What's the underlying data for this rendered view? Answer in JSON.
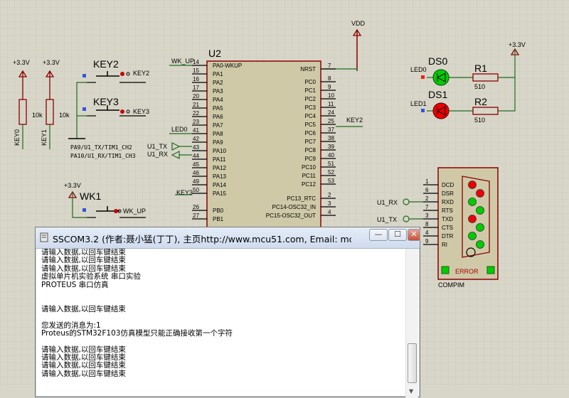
{
  "schematic": {
    "vdd_label": "VDD",
    "power_labels": [
      "+3.3V",
      "+3.3V",
      "+3.3V",
      "+3.3V"
    ],
    "resistors": {
      "pullup1": {
        "value": "10k",
        "net": "KEY0"
      },
      "pullup2": {
        "value": "10k",
        "net": "KEY1"
      },
      "r1": {
        "ref": "R1",
        "value": "510"
      },
      "r2": {
        "ref": "R2",
        "value": "510"
      }
    },
    "buttons": [
      {
        "ref": "KEY2",
        "net": "KEY2"
      },
      {
        "ref": "KEY3",
        "net": "KEY3"
      },
      {
        "ref": "WK1",
        "net": "WK_UP"
      }
    ],
    "leds": [
      {
        "ref": "DS0",
        "net": "LED0"
      },
      {
        "ref": "DS1",
        "net": "LED1"
      }
    ],
    "notes": [
      "PA9/U1_TX/TIM1_CH2",
      "PA10/U1_RX/TIM1_CH3"
    ],
    "u1_terminals": [
      "U1_TX",
      "U1_RX"
    ],
    "mcu": {
      "ref": "U2",
      "left_pins": [
        {
          "num": "14",
          "name": "PA0-WKUP",
          "net": "WK_UP"
        },
        {
          "num": "15",
          "name": "PA1",
          "net": ""
        },
        {
          "num": "16",
          "name": "PA2",
          "net": ""
        },
        {
          "num": "17",
          "name": "PA3",
          "net": ""
        },
        {
          "num": "20",
          "name": "PA4",
          "net": ""
        },
        {
          "num": "21",
          "name": "PA5",
          "net": ""
        },
        {
          "num": "22",
          "name": "PA6",
          "net": ""
        },
        {
          "num": "23",
          "name": "PA7",
          "net": ""
        },
        {
          "num": "41",
          "name": "PA8",
          "net": "LED0"
        },
        {
          "num": "42",
          "name": "PA9",
          "net": ""
        },
        {
          "num": "43",
          "name": "PA10",
          "net": ""
        },
        {
          "num": "44",
          "name": "PA11",
          "net": ""
        },
        {
          "num": "45",
          "name": "PA12",
          "net": ""
        },
        {
          "num": "46",
          "name": "PA13",
          "net": ""
        },
        {
          "num": "49",
          "name": "PA14",
          "net": ""
        },
        {
          "num": "50",
          "name": "PA15",
          "net": "KEY3"
        },
        {
          "num": "26",
          "name": "PB0",
          "net": ""
        },
        {
          "num": "27",
          "name": "PB1",
          "net": ""
        }
      ],
      "right_pins": [
        {
          "num": "7",
          "name": "NRST",
          "net": ""
        },
        {
          "num": "8",
          "name": "PC0",
          "net": ""
        },
        {
          "num": "9",
          "name": "PC1",
          "net": ""
        },
        {
          "num": "10",
          "name": "PC2",
          "net": ""
        },
        {
          "num": "11",
          "name": "PC3",
          "net": ""
        },
        {
          "num": "24",
          "name": "PC4",
          "net": ""
        },
        {
          "num": "25",
          "name": "PC5",
          "net": "KEY2"
        },
        {
          "num": "37",
          "name": "PC6",
          "net": ""
        },
        {
          "num": "38",
          "name": "PC7",
          "net": ""
        },
        {
          "num": "39",
          "name": "PC8",
          "net": ""
        },
        {
          "num": "40",
          "name": "PC9",
          "net": ""
        },
        {
          "num": "51",
          "name": "PC10",
          "net": ""
        },
        {
          "num": "52",
          "name": "PC11",
          "net": ""
        },
        {
          "num": "53",
          "name": "PC12",
          "net": ""
        },
        {
          "num": "2",
          "name": "PC13_RTC",
          "net": ""
        },
        {
          "num": "3",
          "name": "PC14-OSC32_IN",
          "net": ""
        },
        {
          "num": "4",
          "name": "PC15-OSC32_OUT",
          "net": ""
        }
      ]
    },
    "compim": {
      "ref": "COMPIM",
      "error_label": "ERROR",
      "pins": [
        {
          "num": "1",
          "name": "DCD"
        },
        {
          "num": "6",
          "name": "DSR"
        },
        {
          "num": "2",
          "name": "RXD"
        },
        {
          "num": "7",
          "name": "RTS"
        },
        {
          "num": "3",
          "name": "TXD"
        },
        {
          "num": "8",
          "name": "CTS"
        },
        {
          "num": "4",
          "name": "DTR"
        },
        {
          "num": "9",
          "name": "RI"
        }
      ],
      "terminals": [
        "U1_RX",
        "U1_TX"
      ]
    }
  },
  "sscom": {
    "title": "SSCOM3.2 (作者:聂小猛(丁丁), 主页http://www.mcu51.com,  Email: mc...",
    "buttons": {
      "minimize": "—",
      "maximize": "☐",
      "close": "✕"
    },
    "lines": [
      "请输入数据,以回车键结束",
      "请输入数据,以回车键结束",
      "请输入数据,以回车键结束",
      "虚拟单片机实验系统 串口实验",
      "PROTEUS 串口仿真",
      "",
      "",
      "请输入数据,以回车键结束",
      "",
      "您发送的消息为:1",
      "Proteus的STM32F103仿真模型只能正确接收第一个字符",
      "",
      "请输入数据,以回车键结束",
      "请输入数据,以回车键结束",
      "请输入数据,以回车键结束",
      "请输入数据,以回车键结束"
    ]
  },
  "colors": {
    "background": "#d8d6c8",
    "grid": "#c4c2b2",
    "wire": "#1f6b1f",
    "component": "#8b0000",
    "chip_body": "#cfc9a8",
    "led_on_green": "#00cc00",
    "led_red": "#ee0000"
  }
}
